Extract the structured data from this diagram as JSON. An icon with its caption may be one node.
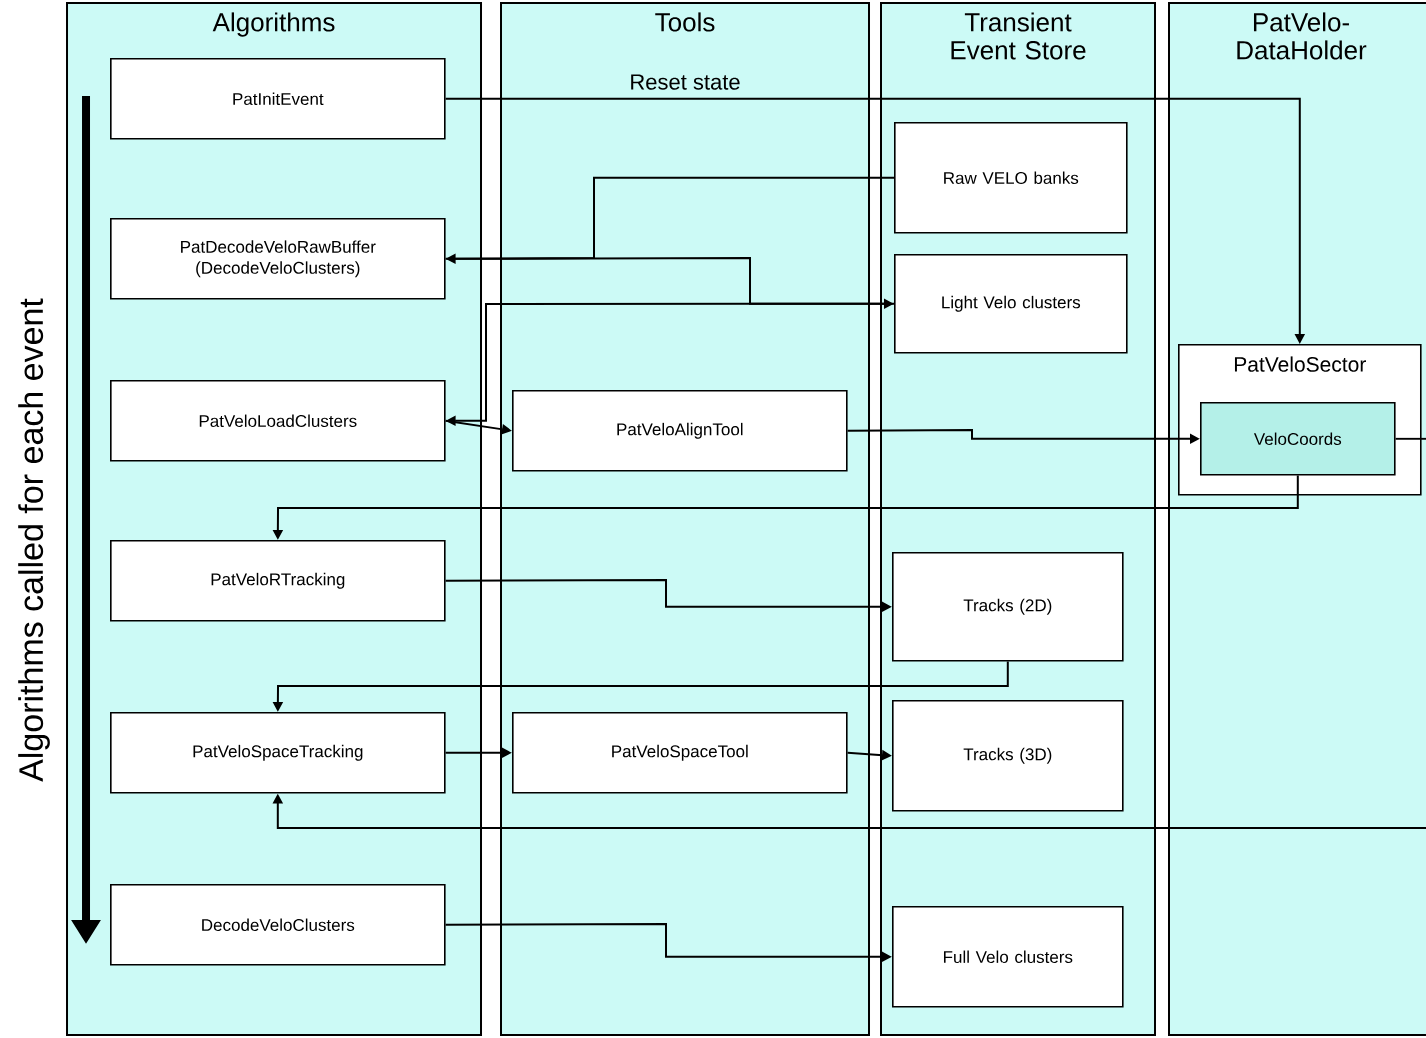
{
  "diagram": {
    "nodes": [
      {
        "text": [
          "Algorithms"
        ]
      },
      {
        "text": [
          "Tools",
          "Reset state"
        ]
      },
      {
        "text": [
          "Transient Event Store"
        ]
      },
      {
        "text": [
          "PatVelo-DataHolder"
        ]
      },
      {
        "text": [
          "PatInitEvent"
        ],
        "in": 0
      },
      {
        "text": [
          "PatDecodeVeloRawBuffer (DecodeVeloClusters)"
        ],
        "in": 0
      },
      {
        "text": [
          "PatVeloLoadClusters"
        ],
        "in": 0
      },
      {
        "text": [
          "PatVeloRTracking"
        ],
        "in": 0
      },
      {
        "text": [
          "PatVeloSpaceTracking"
        ],
        "in": 0
      },
      {
        "text": [
          "DecodeVeloClusters"
        ],
        "in": 0
      },
      {
        "text": [
          "PatVeloAlignTool"
        ],
        "in": 1
      },
      {
        "text": [
          "PatVeloSpaceTool"
        ],
        "in": 1
      },
      {
        "text": [
          "Raw VELO banks"
        ],
        "in": 2
      },
      {
        "text": [
          "Light Velo clusters"
        ],
        "in": 2
      },
      {
        "text": [
          "Tracks (2D)"
        ],
        "in": 2
      },
      {
        "text": [
          "Tracks (3D)"
        ],
        "in": 2
      },
      {
        "text": [
          "Full Velo clusters"
        ],
        "in": 2
      },
      {
        "text": [
          "PatVeloSector"
        ],
        "in": 3
      },
      {
        "text": [
          "VeloCoords"
        ],
        "in": 17
      }
    ],
    "edges": [
      {
        "from": 4,
        "to": 17,
        "arrow": "to"
      },
      {
        "from": 12,
        "to": 5,
        "arrow": "to"
      },
      {
        "from": 5,
        "to": 13,
        "arrow": "to"
      },
      {
        "from": 13,
        "to": 6,
        "arrow": "to"
      },
      {
        "from": 6,
        "to": 10,
        "arrow": "to"
      },
      {
        "from": 10,
        "to": 18,
        "arrow": "to"
      },
      {
        "from": 18,
        "to": 3,
        "arrow": "none"
      },
      {
        "from": 18,
        "to": 7,
        "arrow": "to"
      },
      {
        "from": 7,
        "to": 14,
        "arrow": "to"
      },
      {
        "from": 14,
        "to": 8,
        "arrow": "to"
      },
      {
        "from": 8,
        "to": 11,
        "arrow": "to"
      },
      {
        "from": 11,
        "to": 15,
        "arrow": "to"
      },
      {
        "from": 3,
        "to": 8,
        "arrow": "to"
      },
      {
        "from": 9,
        "to": 16,
        "arrow": "to"
      }
    ],
    "labels": [
      "Algorithms called for each event"
    ]
  }
}
